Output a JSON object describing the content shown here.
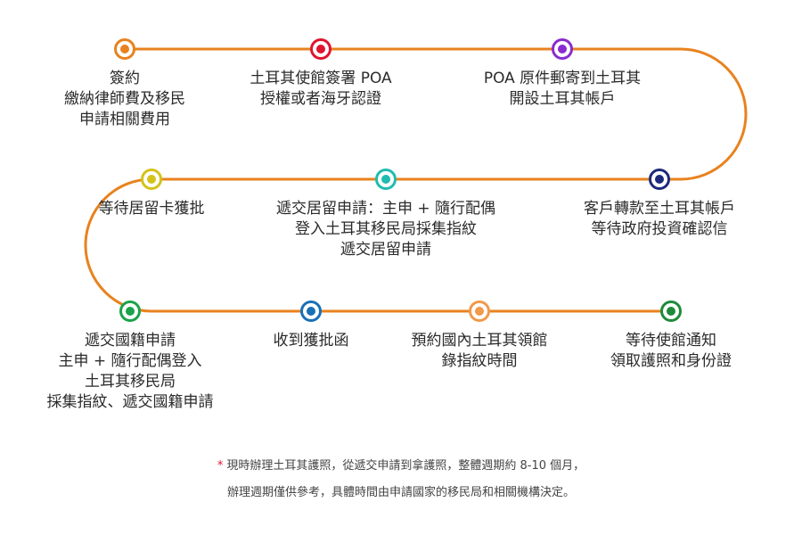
{
  "colors": {
    "path": "#e8821e"
  },
  "steps": [
    {
      "id": "sign",
      "color": "#e8821e",
      "lines": [
        "簽約",
        "繳納律師費及移民",
        "申請相關費用"
      ]
    },
    {
      "id": "poa",
      "color": "#e0142e",
      "lines": [
        "土耳其使館簽署 POA",
        "授權或者海牙認證"
      ]
    },
    {
      "id": "mail",
      "color": "#8a2bd1",
      "lines": [
        "POA 原件郵寄到土耳其",
        "開設土耳其帳戶"
      ]
    },
    {
      "id": "transfer",
      "color": "#1c2a7a",
      "lines": [
        "客戶轉款至土耳其帳戶",
        "等待政府投資確認信"
      ]
    },
    {
      "id": "submit-residence",
      "color": "#1fbcb0",
      "lines": [
        "遞交居留申請：主申 + 隨行配偶",
        "登入土耳其移民局採集指紋",
        "遞交居留申請"
      ]
    },
    {
      "id": "wait-card",
      "color": "#d4c21a",
      "lines": [
        "等待居留卡獲批"
      ]
    },
    {
      "id": "submit-citizenship",
      "color": "#1aa34a",
      "lines": [
        "遞交國籍申請",
        "主申 + 隨行配偶登入",
        "土耳其移民局",
        "採集指紋、遞交國籍申請"
      ]
    },
    {
      "id": "approval",
      "color": "#1a6fb5",
      "lines": [
        "收到獲批函"
      ]
    },
    {
      "id": "appointment",
      "color": "#f2994a",
      "lines": [
        "預約國內土耳其領館",
        "錄指紋時間"
      ]
    },
    {
      "id": "passport",
      "color": "#1f8a3a",
      "lines": [
        "等待使館通知",
        "領取護照和身份證"
      ]
    }
  ],
  "note": {
    "star": "*",
    "lines": [
      "現時辦理土耳其護照，從遞交申請到拿護照，整體週期約 8-10 個月，",
      "辦理週期僅供參考，具體時間由申請國家的移民局和相關機構決定。"
    ]
  }
}
